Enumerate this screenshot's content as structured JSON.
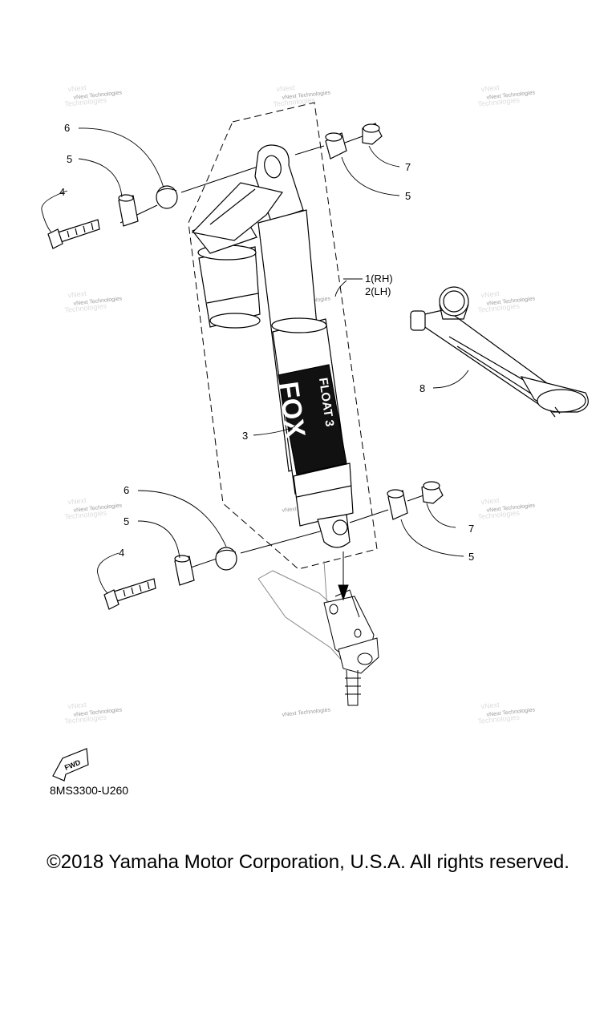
{
  "diagram": {
    "callouts": {
      "c1": "1(RH)",
      "c2": "2(LH)",
      "c3": "3",
      "c4_top": "4",
      "c5_top_left": "5",
      "c5_top_right": "5",
      "c6_top": "6",
      "c7_top": "7",
      "c8": "8",
      "c4_bottom": "4",
      "c5_bottom_left": "5",
      "c5_bottom_right": "5",
      "c6_bottom": "6",
      "c7_bottom": "7"
    },
    "shock_label_lines": [
      "FLOAT 3",
      "FOX"
    ],
    "watermark": "vNext Technologies",
    "fwd_label": "FWD"
  },
  "footer": {
    "part_code": "8MS3300-U260",
    "copyright": "©2018 Yamaha Motor Corporation, U.S.A. All rights reserved."
  }
}
